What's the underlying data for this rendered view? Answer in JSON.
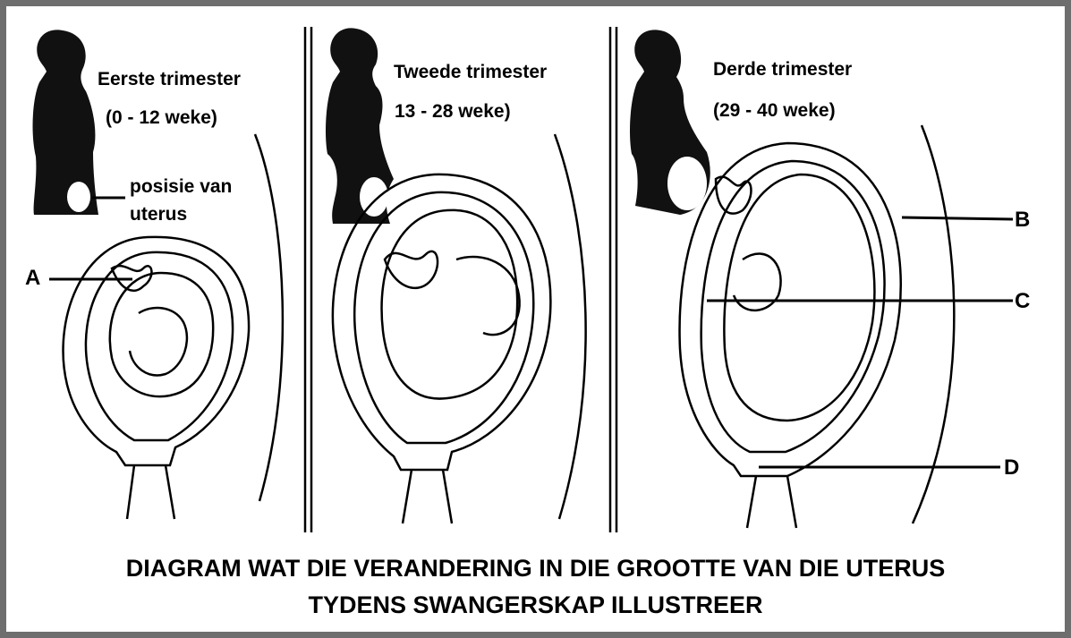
{
  "panels": [
    {
      "title": "Eerste trimester",
      "weeks": "(0 - 12 weke)"
    },
    {
      "title": "Tweede trimester",
      "weeks": "13 - 28 weke)"
    },
    {
      "title": "Derde trimester",
      "weeks": "(29 - 40 weke)"
    }
  ],
  "uterus_position_label": [
    "posisie van",
    "uterus"
  ],
  "markers": [
    "A",
    "B",
    "C",
    "D"
  ],
  "caption": {
    "line1": "DIAGRAM WAT DIE VERANDERING IN DIE GROOTTE VAN DIE UTERUS",
    "line2": "TYDENS SWANGERSKAP ILLUSTREER"
  }
}
